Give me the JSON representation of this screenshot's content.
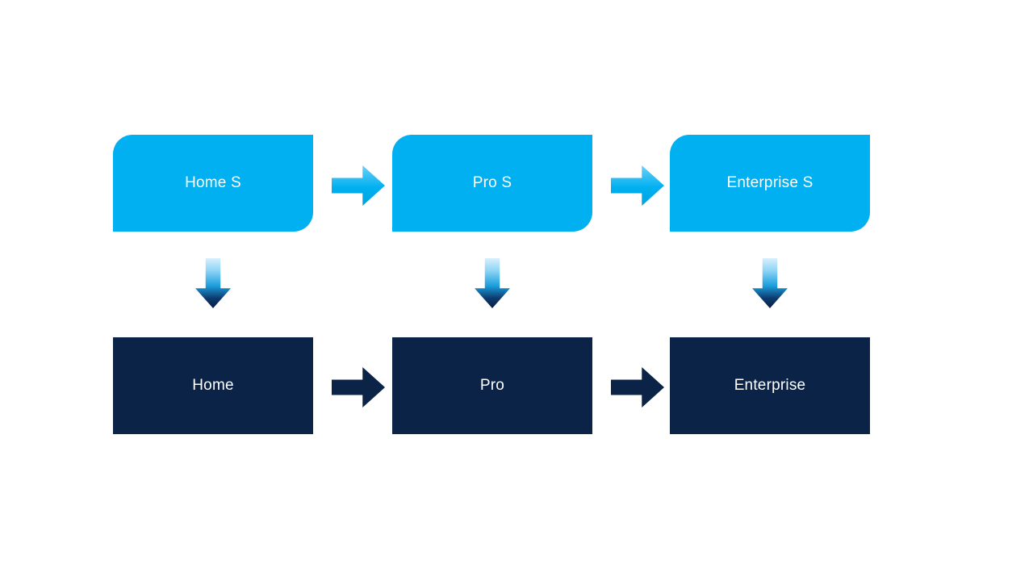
{
  "diagram": {
    "title": "edition-upgrade-flow",
    "colors": {
      "background": "#ffffff",
      "light_blue": "#00b0f0",
      "dark_navy": "#0b2346",
      "text": "#ffffff"
    },
    "top_row": [
      {
        "label": "Home S"
      },
      {
        "label": "Pro S"
      },
      {
        "label": "Enterprise S"
      }
    ],
    "bottom_row": [
      {
        "label": "Home"
      },
      {
        "label": "Pro"
      },
      {
        "label": "Enterprise"
      }
    ]
  }
}
